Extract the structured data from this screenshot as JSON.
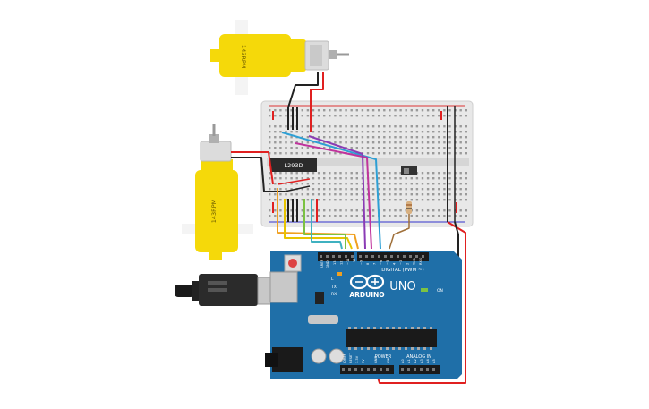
{
  "motor_top": {
    "label": "-143RPM"
  },
  "motor_left": {
    "label": "143RPM"
  },
  "chip": {
    "label": "L293D"
  },
  "arduino": {
    "logo_text": "ARDUINO",
    "model": "UNO",
    "digital_label": "DIGITAL (PWM ~)",
    "power_label": "POWER",
    "analog_label": "ANALOG IN",
    "on_label": "ON",
    "tx_label": "TX",
    "rx_label": "RX",
    "l_label": "L",
    "aref_label": "AREF",
    "gnd_label": "GND",
    "ioref_label": "IOREF",
    "reset_label": "RESET",
    "v33_label": "3.3V",
    "v5_label": "5V",
    "vin_label": "VIN",
    "digital_pins": [
      "13",
      "12",
      "~11",
      "~10",
      "~9",
      "8",
      "7",
      "~6",
      "~5",
      "4",
      "~3",
      "2",
      "TX 1",
      "RX 0"
    ],
    "analog_pins": [
      "A0",
      "A1",
      "A2",
      "A3",
      "A4",
      "A5"
    ]
  },
  "colors": {
    "motor_yellow": "#f5d90a",
    "board_blue": "#1f6fa8",
    "wire_red": "#e02020",
    "wire_black": "#222222",
    "wire_blue": "#2d9fd4",
    "wire_purple": "#8a3bb5",
    "wire_magenta": "#c0339c",
    "wire_orange": "#f0a020",
    "wire_green": "#7cc242",
    "wire_yellow": "#e8c400",
    "wire_teal": "#3fb1c0",
    "wire_brown": "#a0703a"
  }
}
